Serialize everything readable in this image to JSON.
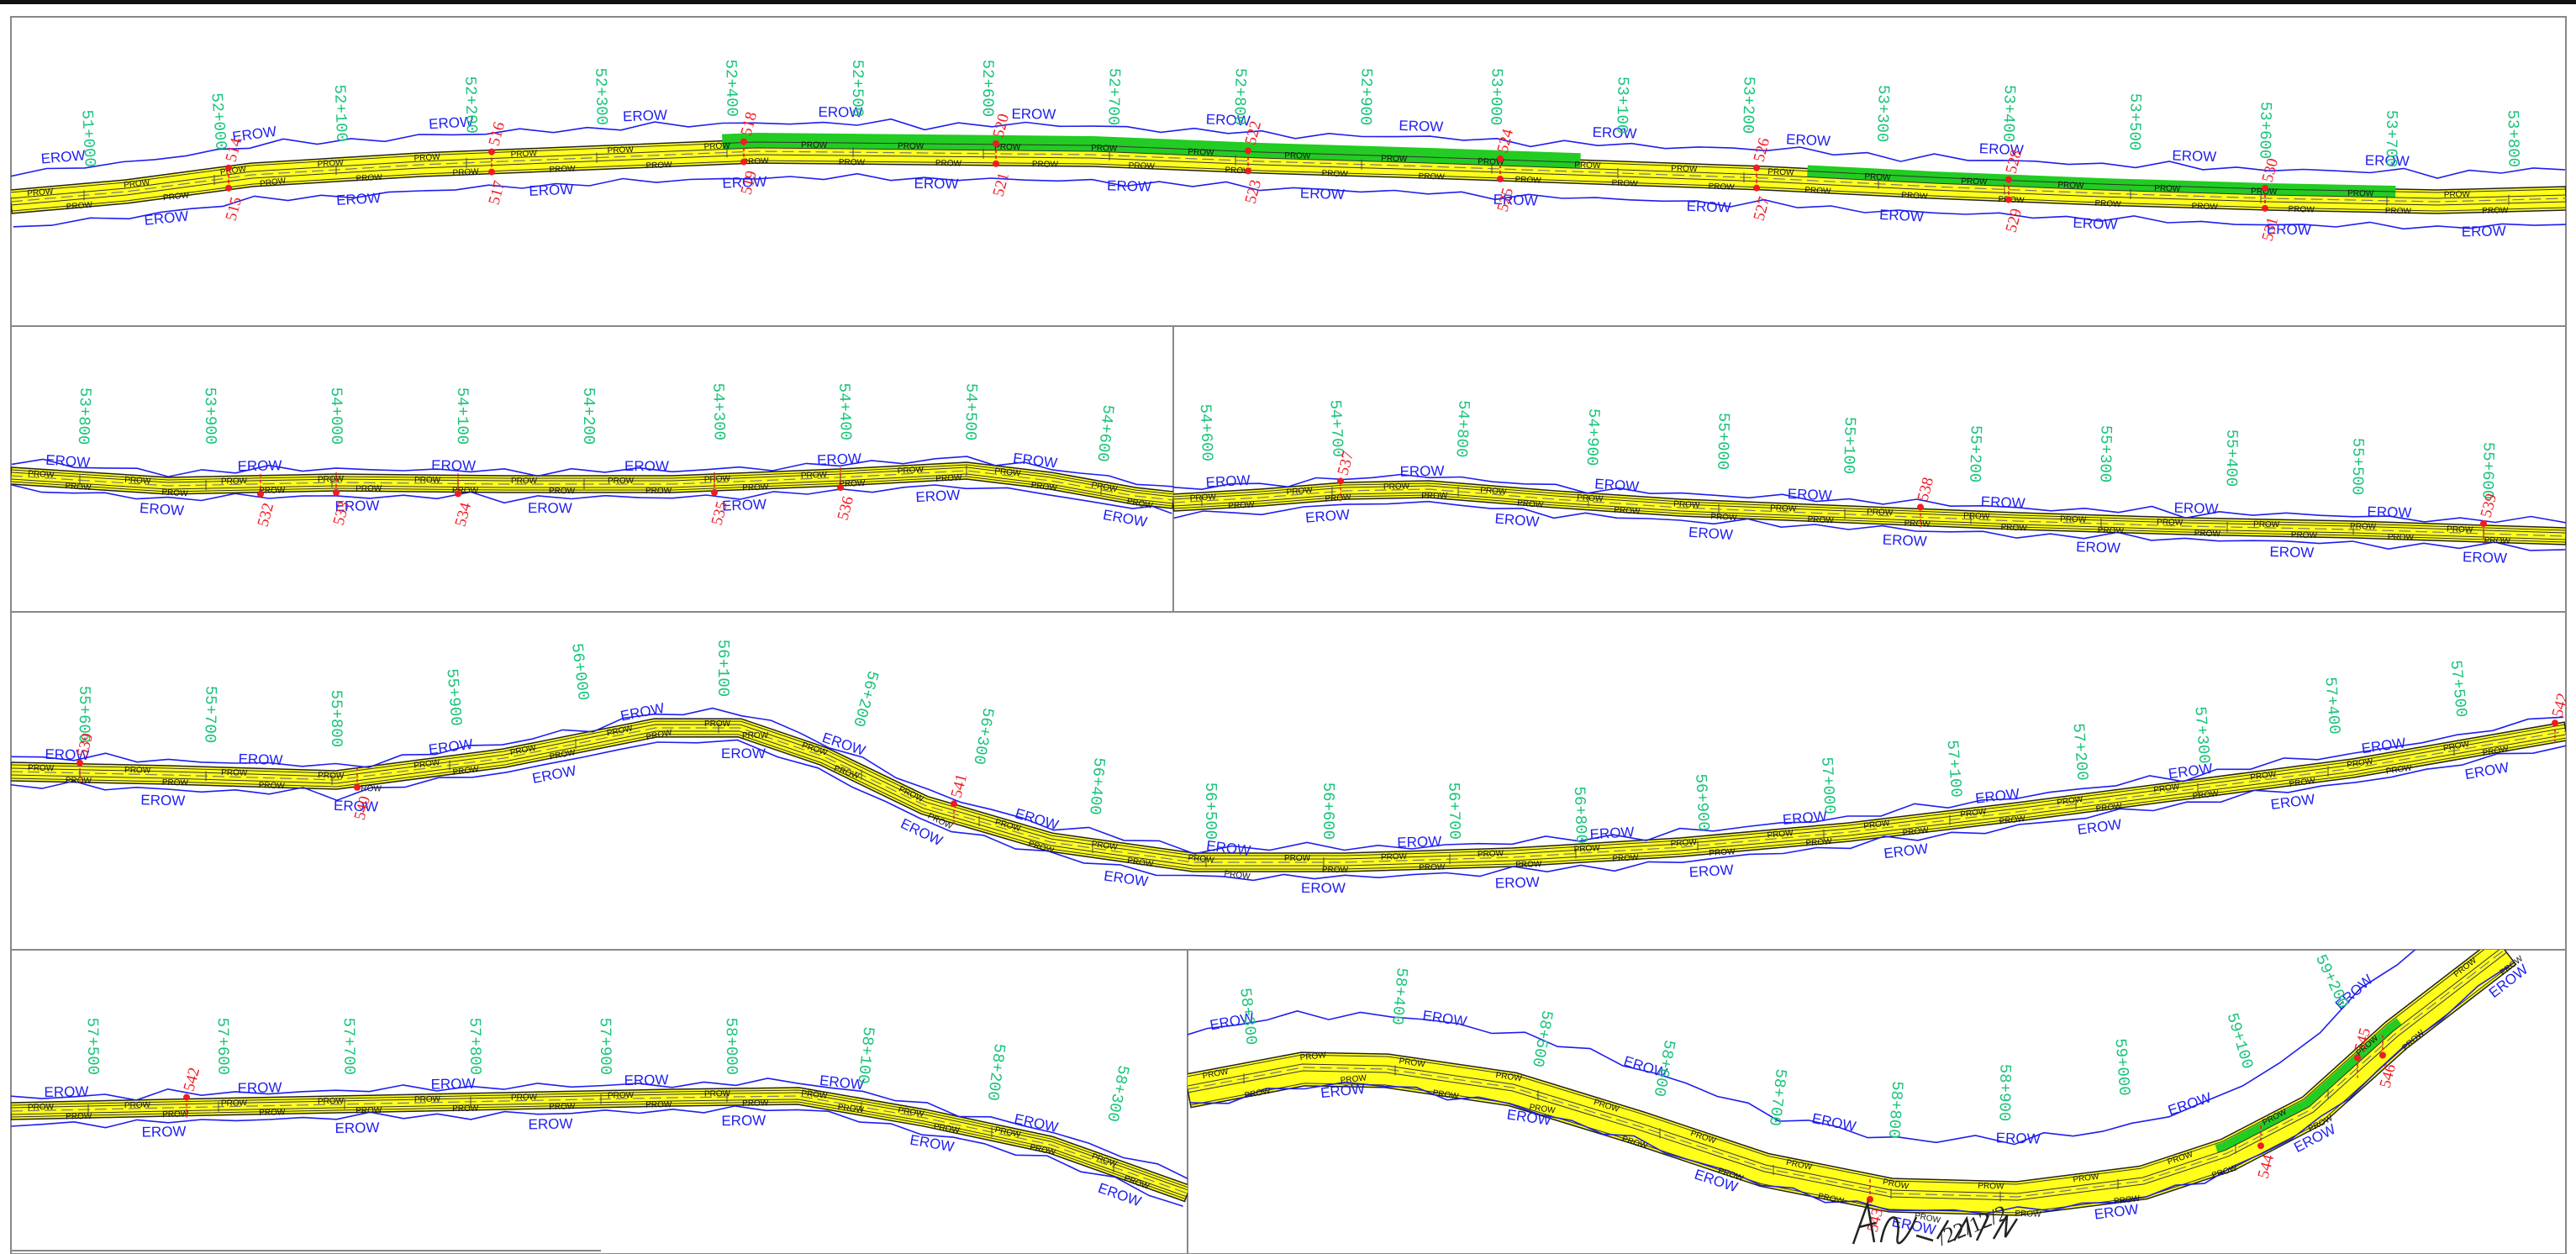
{
  "labels": {
    "erow": "EROW",
    "prow": "PROW"
  },
  "colors": {
    "station": "#19c47a",
    "point": "#ee1c25",
    "erow": "#1d1df0",
    "road": "#ffff1a",
    "green": "#22cc22",
    "frame": "#888888"
  },
  "signature": {
    "date_fragment": "/22/12/2"
  },
  "panels": [
    {
      "id": "p1",
      "stations": [
        "51+000",
        "52+000",
        "52+100",
        "52+200",
        "52+300",
        "52+400",
        "52+500",
        "52+600",
        "52+700",
        "52+800",
        "52+900",
        "53+000",
        "53+100",
        "53+200",
        "53+300",
        "53+400",
        "53+500",
        "53+600",
        "53+700",
        "53+800"
      ],
      "points": [
        "514",
        "515",
        "516",
        "517",
        "518",
        "519",
        "520",
        "521",
        "522",
        "523",
        "524",
        "525",
        "526",
        "527",
        "528",
        "529",
        "530",
        "531"
      ]
    },
    {
      "id": "p2",
      "stations": [
        "53+800",
        "53+900",
        "54+000",
        "54+100",
        "54+200",
        "54+300",
        "54+400",
        "54+500",
        "54+600"
      ],
      "points": [
        "532",
        "533",
        "534",
        "535",
        "536"
      ]
    },
    {
      "id": "p3",
      "stations": [
        "54+600",
        "54+700",
        "54+800",
        "54+900",
        "55+000",
        "55+100",
        "55+200",
        "55+300",
        "55+400",
        "55+500",
        "55+600"
      ],
      "points": [
        "537",
        "538",
        "539"
      ]
    },
    {
      "id": "p4",
      "stations": [
        "55+600",
        "55+700",
        "55+800",
        "55+900",
        "56+000",
        "56+100",
        "56+200",
        "56+300",
        "56+400",
        "56+500",
        "56+600",
        "56+700",
        "56+800",
        "56+900",
        "57+000",
        "57+100",
        "57+200",
        "57+300",
        "57+400",
        "57+500"
      ],
      "points": [
        "539",
        "540",
        "541",
        "542"
      ]
    },
    {
      "id": "p5",
      "stations": [
        "57+500",
        "57+600",
        "57+700",
        "57+800",
        "57+900",
        "58+000",
        "58+100",
        "58+200",
        "58+300"
      ],
      "points": [
        "542"
      ]
    },
    {
      "id": "p6",
      "stations": [
        "58+300",
        "58+400",
        "58+500",
        "58+600",
        "58+700",
        "58+800",
        "58+900",
        "59+000",
        "59+100",
        "59+200"
      ],
      "points": [
        "543",
        "544",
        "545",
        "546"
      ]
    }
  ]
}
